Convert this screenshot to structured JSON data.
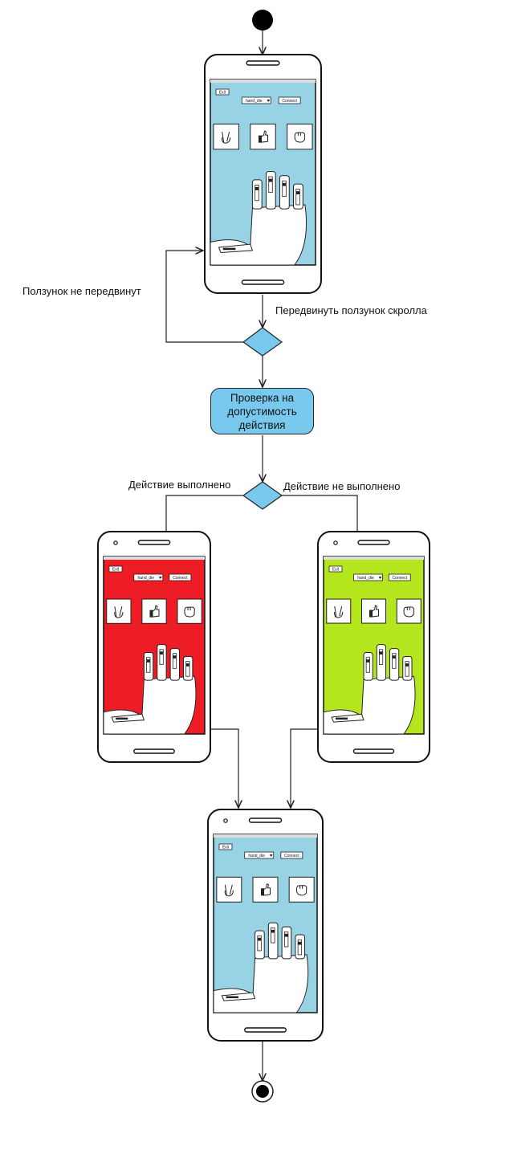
{
  "labels": {
    "slider_not_moved": "Ползунок не передвинут",
    "move_scroll_slider": "Передвинуть ползунок скролла",
    "check_action": "Проверка на\nдопустимость\nдействия",
    "action_done": "Действие выполнено",
    "action_not_done": "Действие не выполнено"
  },
  "mockup": {
    "exit_label": "Exit",
    "dropdown_value": "hand_die",
    "connect_label": "Connect",
    "gesture_icons": [
      "peace-icon",
      "thumbs-up-icon",
      "fist-icon"
    ],
    "screens": [
      {
        "name": "initial",
        "bg": "#98d3e5"
      },
      {
        "name": "action-done",
        "bg": "#ee1c25"
      },
      {
        "name": "action-not-done",
        "bg": "#b5e61d"
      },
      {
        "name": "final",
        "bg": "#98d3e5"
      }
    ]
  },
  "colors": {
    "decision_fill": "#79c9ee",
    "process_fill": "#79c9ee",
    "line": "#222222"
  }
}
